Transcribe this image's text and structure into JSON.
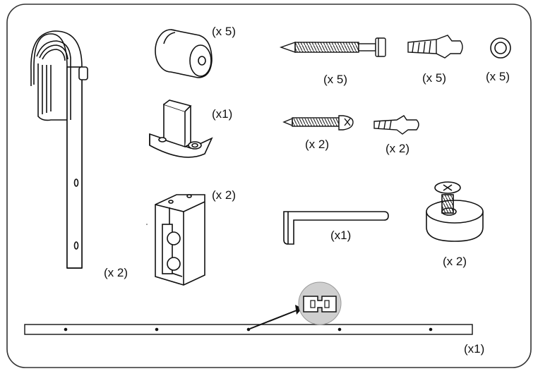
{
  "parts": [
    {
      "name": "roller-hanger",
      "qty": "(x 2)"
    },
    {
      "name": "stopper",
      "qty": "(x 5)"
    },
    {
      "name": "floor-guide",
      "qty": "(x1)"
    },
    {
      "name": "anti-jump-block",
      "qty": "(x 2)"
    },
    {
      "name": "lag-screw",
      "qty": "(x 5)"
    },
    {
      "name": "wall-anchor-large",
      "qty": "(x 5)"
    },
    {
      "name": "washer",
      "qty": "(x 5)"
    },
    {
      "name": "machine-screw",
      "qty": "(x 2)"
    },
    {
      "name": "wall-anchor-small",
      "qty": "(x 2)"
    },
    {
      "name": "hex-key",
      "qty": "(x1)"
    },
    {
      "name": "spacer-with-screw",
      "qty": "(x 2)"
    },
    {
      "name": "track-rail",
      "qty": "(x1)"
    }
  ],
  "colors": {
    "stroke": "#111111",
    "fill": "#ffffff",
    "shade": "#cfcfcf",
    "frame": "#333333"
  }
}
